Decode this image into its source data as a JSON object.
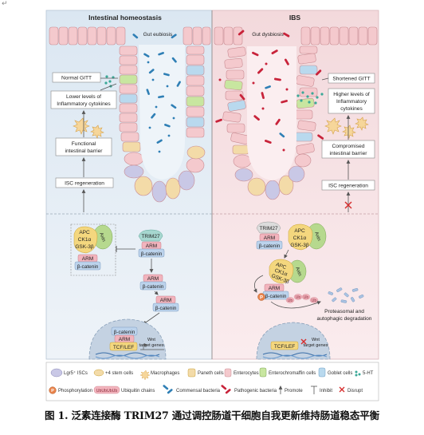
{
  "corner_mark": "↵",
  "panels": {
    "left_title": "Intestinal homeostasis",
    "right_title": "IBS"
  },
  "left": {
    "gut_state": "Gut eubiosis",
    "normal_gitt": "Normal GITT",
    "cytokines_line1": "Lower levels of",
    "cytokines_line2": "Inflammatory cytokines",
    "barrier_line1": "Functional",
    "barrier_line2": "intestinal barrier",
    "isc_regeneration": "ISC regeneration",
    "axin": "Axin",
    "apc": "APC",
    "ck1a": "CK1α",
    "gsk3b": "GSK-3β",
    "arm": "ARM",
    "bcatenin": "β-catenin",
    "trim27": "TRIM27",
    "tcf_lef": "TCF/LEF",
    "wnt_line1": "Wnt",
    "wnt_line2": "target genes"
  },
  "right": {
    "gut_state": "Gut dysbiosis",
    "shortened_gitt": "Shortened GITT",
    "cytokines_line1": "Higher levels of",
    "cytokines_line2": "Inflammatory",
    "cytokines_line3": "cytokines",
    "barrier_line1": "Compromised",
    "barrier_line2": "intestinal barrier",
    "isc_regeneration": "ISC regeneration",
    "trim27": "TRIM27",
    "arm": "ARM",
    "bcatenin": "β-catenin",
    "apc": "APC",
    "ck1a": "CK1α",
    "gsk3b": "GSK-3β",
    "axin": "Axin",
    "phospho": "P",
    "ub": "Ub",
    "degradation_line1": "Proteasomal and",
    "degradation_line2": "autophagic degradation",
    "tcf_lef": "TCF/LEF",
    "wnt_line1": "Wnt",
    "wnt_line2": "target genes"
  },
  "legend": {
    "lgr5": "Lgr5⁺ ISCs",
    "stem4": "+4 stem cells",
    "macrophages": "Macrophages",
    "paneth": "Paneth cells",
    "enterocytes": "Enterocytes",
    "enteroch": "Enterochromaffin cells",
    "goblet": "Goblet cells",
    "ht5": "5-HT",
    "phospho_symbol": "P",
    "phospho_label": "Phosphorylation",
    "ub_chain": "UbUbUbUb",
    "ub_label": "Ubiquitin chains",
    "commensal": "Commensal bacteria",
    "pathogenic": "Pathogenic bacteria",
    "promote": "Promote",
    "inhibit": "Inhibit",
    "disrupt": "Disrupt"
  },
  "caption": "图 1. 泛素连接酶 TRIM27 通过调控肠道干细胞自我更新维持肠道稳态平衡",
  "colors": {
    "left_bg": "#e6eef5",
    "right_bg": "#f7e4e6",
    "enterocyte": "#f4c9cd",
    "lgr5": "#c9c8e6",
    "paneth": "#f3dba8",
    "goblet": "#b9d9ee",
    "enteroch": "#c8e6a0",
    "commensal": "#2f7fb5",
    "pathogenic": "#c8233a",
    "arm_box": "#f2b4bd",
    "bcat_box": "#bcd3ec",
    "complex_green": "#b6d98e",
    "complex_yellow": "#f4d77e",
    "trim27": "#a6d7cf",
    "nucleus": "#c4d2e2",
    "disrupt": "#d62c2c"
  }
}
